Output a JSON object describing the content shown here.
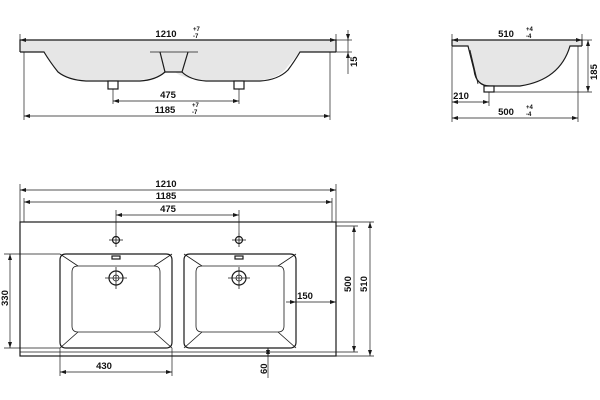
{
  "front_view": {
    "overall_width": "1210",
    "overall_tol_plus": "+7",
    "overall_tol_minus": "-7",
    "inner_width": "1185",
    "inner_tol_plus": "+7",
    "inner_tol_minus": "-7",
    "drain_spacing": "475",
    "rim_thickness": "15"
  },
  "side_view": {
    "top_depth": "510",
    "top_tol_plus": "+4",
    "top_tol_minus": "-4",
    "bottom_depth": "500",
    "bottom_tol_plus": "+4",
    "bottom_tol_minus": "-4",
    "height": "185",
    "drain_offset": "210"
  },
  "plan_view": {
    "overall_width": "1210",
    "inner_width": "1185",
    "tap_spacing": "475",
    "basin_depth": "330",
    "basin_width": "430",
    "inner_depth": "500",
    "outer_depth": "510",
    "wall_gap": "150",
    "front_margin": "60"
  }
}
